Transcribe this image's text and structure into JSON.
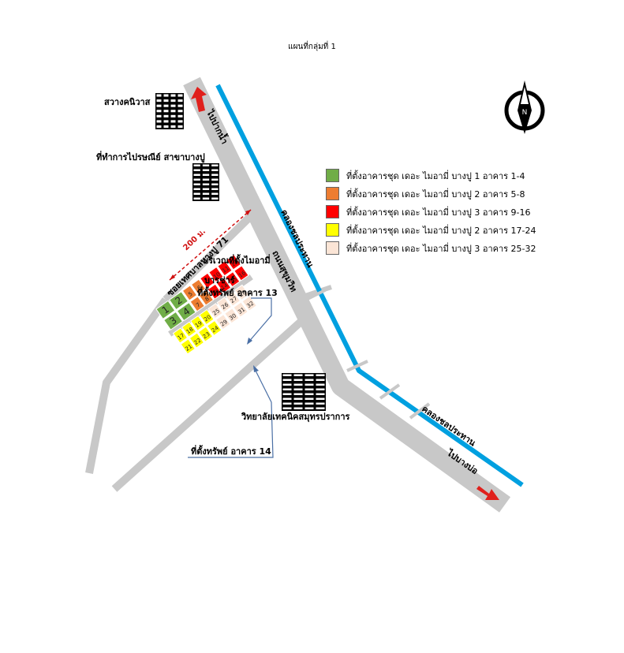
{
  "title": "แผนที่กลุ่มที่ 1",
  "places": {
    "savang": "สวางคนิวาส",
    "post_office": "ที่ทำการไปรษณีย์ สาขาบางปู",
    "college": "วิทยาลัยเทคนิคสมุทรปราการ",
    "bonsai_area": "บริเวณที่ตั้งไมอามี่",
    "bar": "บารช่าร์",
    "asset13": "ที่ตั้งทรัพย์ อาคาร 13",
    "asset14": "ที่ตั้งทรัพย์ อาคาร 14"
  },
  "roads": {
    "to_pak_nam": "ไปปากน้ำ",
    "to_bang_bo": "ไปบางบ่อ",
    "sukhumvit": "ถนนสุขุมวิท",
    "canal_top": "คลองชลประทาน",
    "canal_bottom": "คลองชลประทาน",
    "soi": "ซอยเทศบาลบางปู 71",
    "distance": "200 ม."
  },
  "compass": {
    "label": "N",
    "icon": "north-compass-icon"
  },
  "legend": [
    {
      "color": "#70ad47",
      "text": "ที่ตั้งอาคารชุด เดอะ ไมอามี่ บางปู 1 อาคาร 1-4"
    },
    {
      "color": "#ed7d31",
      "text": "ที่ตั้งอาคารชุด เดอะ ไมอามี่ บางปู 2 อาคาร 5-8"
    },
    {
      "color": "#ff0000",
      "text": "ที่ตั้งอาคารชุด เดอะ ไมอามี่ บางปู 3 อาคาร 9-16"
    },
    {
      "color": "#ffff00",
      "text": "ที่ตั้งอาคารชุด เดอะ ไมอามี่ บางปู 2 อาคาร 17-24"
    },
    {
      "color": "#fbe5d6",
      "text": "ที่ตั้งอาคารชุด เดอะ ไมอามี่ บางปู 3 อาคาร 25-32"
    }
  ],
  "buildings": [
    {
      "n": "1",
      "color": "#70ad47"
    },
    {
      "n": "2",
      "color": "#70ad47"
    },
    {
      "n": "3",
      "color": "#70ad47"
    },
    {
      "n": "4",
      "color": "#70ad47"
    },
    {
      "n": "5",
      "color": "#ed7d31"
    },
    {
      "n": "6",
      "color": "#ed7d31"
    },
    {
      "n": "7",
      "color": "#ed7d31"
    },
    {
      "n": "8",
      "color": "#ed7d31"
    },
    {
      "n": "9",
      "color": "#ff0000"
    },
    {
      "n": "10",
      "color": "#ff0000"
    },
    {
      "n": "11",
      "color": "#ff0000"
    },
    {
      "n": "12",
      "color": "#ff0000"
    },
    {
      "n": "13",
      "color": "#ff0000"
    },
    {
      "n": "14",
      "color": "#ff0000"
    },
    {
      "n": "15",
      "color": "#ff0000"
    },
    {
      "n": "16",
      "color": "#ff0000"
    },
    {
      "n": "17",
      "color": "#ffff00"
    },
    {
      "n": "18",
      "color": "#ffff00"
    },
    {
      "n": "19",
      "color": "#ffff00"
    },
    {
      "n": "20",
      "color": "#ffff00"
    },
    {
      "n": "21",
      "color": "#ffff00"
    },
    {
      "n": "22",
      "color": "#ffff00"
    },
    {
      "n": "23",
      "color": "#ffff00"
    },
    {
      "n": "24",
      "color": "#ffff00"
    },
    {
      "n": "25",
      "color": "#fbe5d6"
    },
    {
      "n": "26",
      "color": "#fbe5d6"
    },
    {
      "n": "27",
      "color": "#fbe5d6"
    },
    {
      "n": "28",
      "color": "#fbe5d6"
    },
    {
      "n": "29",
      "color": "#fbe5d6"
    },
    {
      "n": "30",
      "color": "#fbe5d6"
    },
    {
      "n": "31",
      "color": "#fbe5d6"
    },
    {
      "n": "32",
      "color": "#fbe5d6"
    }
  ],
  "colors": {
    "road": "#c8c8c8",
    "canal": "#00a0e0",
    "arrow": "#e0201c",
    "callout": "#4a6fa5"
  }
}
